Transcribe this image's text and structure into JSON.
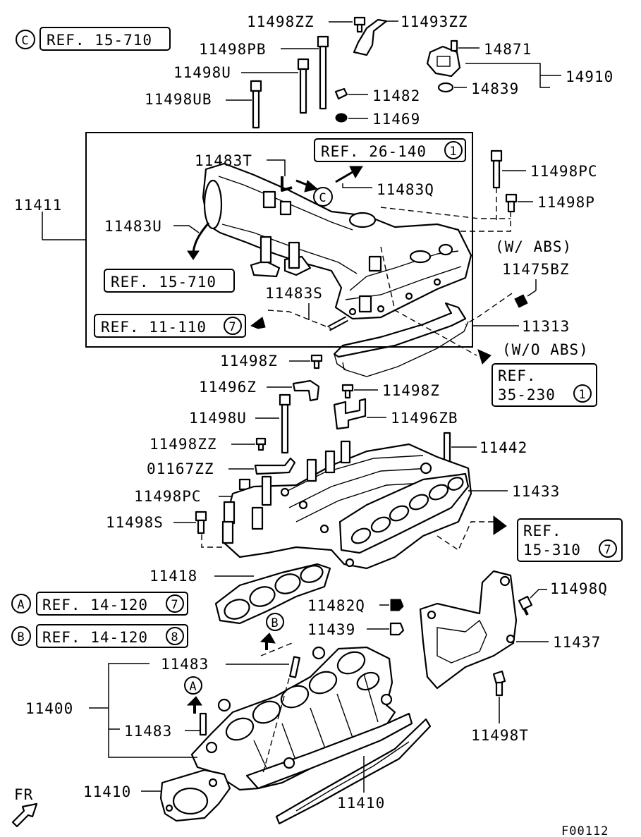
{
  "figure_code": "F00112",
  "front_label": "FR",
  "refs": {
    "ref_15_710_top": "REF. 15-710",
    "ref_15_710_mid": "REF. 15-710",
    "ref_26_140": "REF. 26-140",
    "ref_11_110": "REF. 11-110",
    "ref_35_230_line1": "REF.",
    "ref_35_230_line2": "35-230",
    "ref_15_310_line1": "REF.",
    "ref_15_310_line2": "15-310",
    "ref_14_120_a": "REF. 14-120",
    "ref_14_120_b": "REF. 14-120"
  },
  "circled": {
    "c": "C",
    "a": "A",
    "b": "B",
    "one": "1",
    "seven": "7",
    "eight": "8"
  },
  "notes": {
    "with_abs": "(W/ ABS)",
    "without_abs": "(W/O ABS)"
  },
  "parts": {
    "p11498ZZ_top": "11498ZZ",
    "p11493ZZ": "11493ZZ",
    "p11498PB": "11498PB",
    "p14871": "14871",
    "p11498U_top": "11498U",
    "p14910": "14910",
    "p14839": "14839",
    "p11498UB": "11498UB",
    "p11482": "11482",
    "p11469": "11469",
    "p11483T": "11483T",
    "p11498PC_top": "11498PC",
    "p11483Q": "11483Q",
    "p11411": "11411",
    "p11498P": "11498P",
    "p11483U": "11483U",
    "p11475BZ": "11475BZ",
    "p11483S": "11483S",
    "p11313": "11313",
    "p11498Z_a": "11498Z",
    "p11496Z": "11496Z",
    "p11498Z_b": "11498Z",
    "p11498U_mid": "11498U",
    "p11496ZB": "11496ZB",
    "p11498ZZ_mid": "11498ZZ",
    "p11442": "11442",
    "p01167ZZ": "01167ZZ",
    "p11498PC_mid": "11498PC",
    "p11433": "11433",
    "p11498S": "11498S",
    "p11418": "11418",
    "p11498Q": "11498Q",
    "p11482Q": "11482Q",
    "p11439": "11439",
    "p11437": "11437",
    "p11483_a": "11483",
    "p11400": "11400",
    "p11483_b": "11483",
    "p11498T": "11498T",
    "p11410_left": "11410",
    "p11410_bottom": "11410"
  }
}
